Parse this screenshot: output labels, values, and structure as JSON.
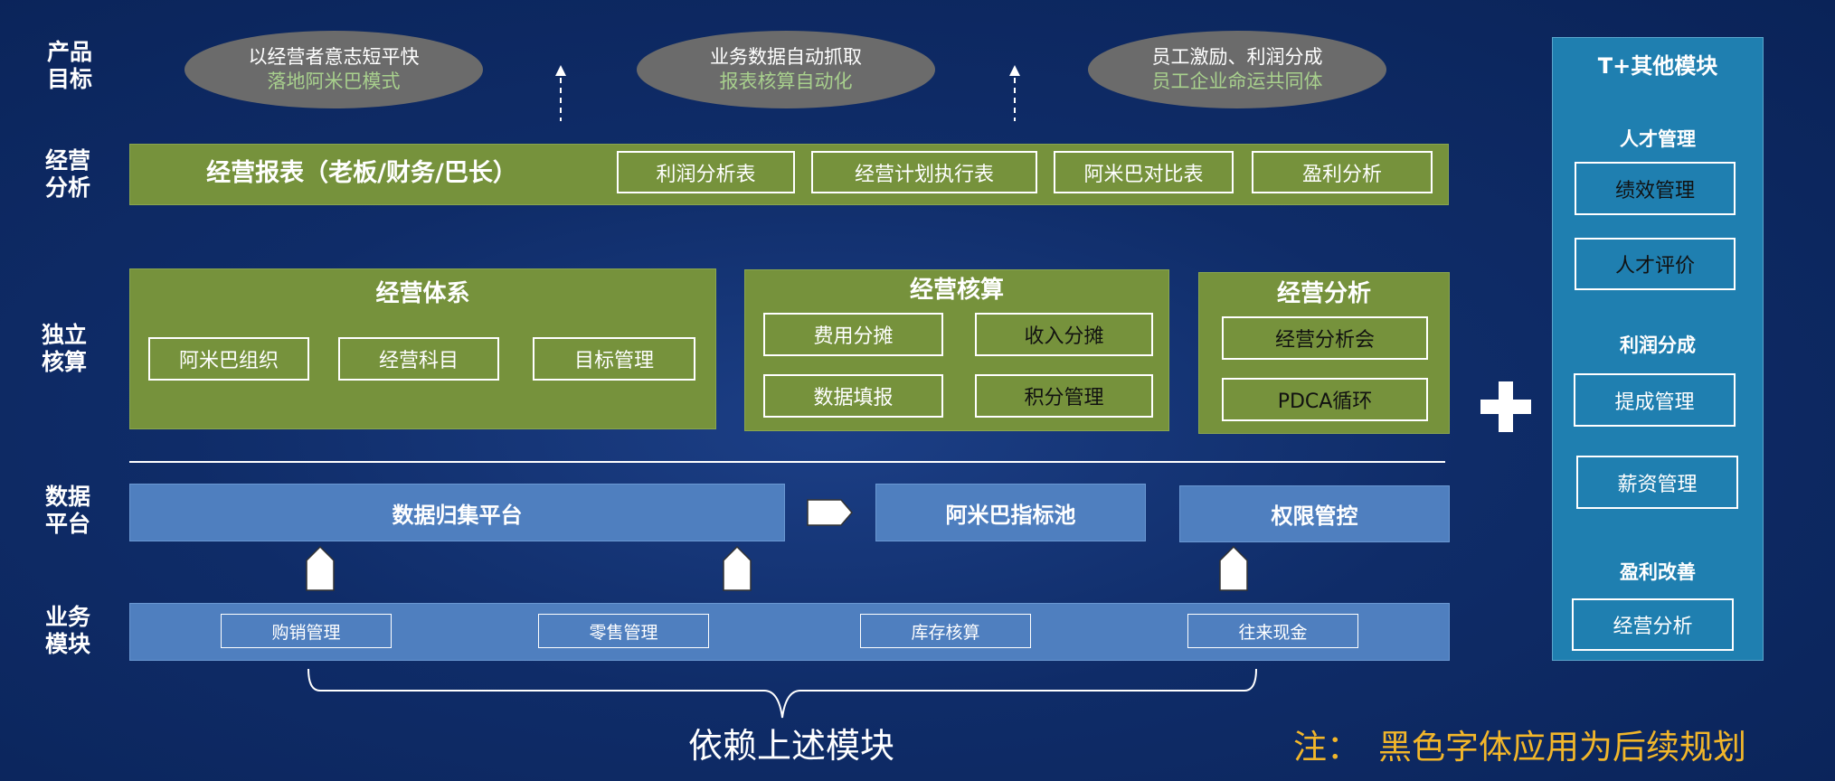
{
  "rows": {
    "product_goal": "产品\n目标",
    "operation_analysis": "经营\n分析",
    "independent_accounting": "独立\n核算",
    "data_platform": "数据\n平台",
    "business_module": "业务\n模块"
  },
  "goals": [
    {
      "line1": "以经营者意志短平快",
      "line2": "落地阿米巴模式"
    },
    {
      "line1": "业务数据自动抓取",
      "line2": "报表核算自动化"
    },
    {
      "line1": "员工激励、利润分成",
      "line2": "员工企业命运共同体"
    }
  ],
  "report_bar": {
    "title": "经营报表（老板/财务/巴长）",
    "items": [
      "利润分析表",
      "经营计划执行表",
      "阿米巴对比表",
      "盈利分析"
    ]
  },
  "system": {
    "title": "经营体系",
    "items": [
      "阿米巴组织",
      "经营科目",
      "目标管理"
    ]
  },
  "accounting": {
    "title": "经营核算",
    "items": [
      "费用分摊",
      "收入分摊",
      "数据填报",
      "积分管理"
    ]
  },
  "analysis": {
    "title": "经营分析",
    "items": [
      "经营分析会",
      "PDCA循环"
    ]
  },
  "platform": {
    "collect": "数据归集平台",
    "indicator": "阿米巴指标池",
    "permission": "权限管控"
  },
  "business": {
    "items": [
      "购销管理",
      "零售管理",
      "库存核算",
      "往来现金"
    ]
  },
  "depends_text": "依赖上述模块",
  "plus_symbol": "+",
  "side_panel": {
    "title": "T+其他模块",
    "groups": [
      {
        "name": "人才管理",
        "items": [
          "绩效管理",
          "人才评价"
        ]
      },
      {
        "name": "利润分成",
        "items": [
          "提成管理",
          "薪资管理"
        ]
      },
      {
        "name": "盈利改善",
        "items": [
          "经营分析"
        ]
      }
    ]
  },
  "note": {
    "label": "注：",
    "text": "黑色字体应用为后续规划"
  },
  "colors": {
    "background": "#0f2c68",
    "green_block": "#76923c",
    "blue_block": "#4f7fbf",
    "side_panel": "#1f7fb0",
    "note": "#f2b62a",
    "goal_highlight": "#a8d08d"
  }
}
